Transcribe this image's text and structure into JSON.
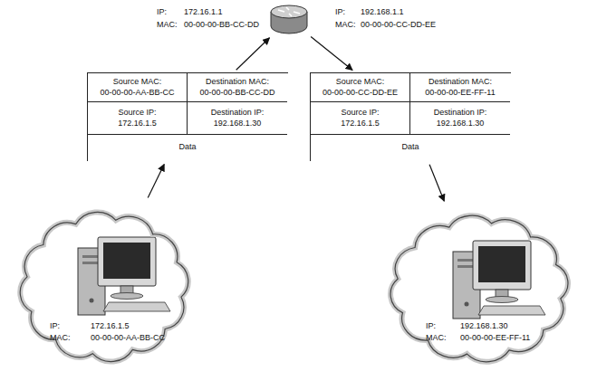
{
  "diagram": {
    "nodes": [
      {
        "text": [
          "IP:",
          "172.16.1.1",
          "MAC:",
          "00-00-00-BB-CC-DD",
          "IP:",
          "192.168.1.1",
          "MAC:",
          "00-00-00-CC-DD-EE"
        ]
      },
      {
        "text": [
          "Data"
        ]
      },
      {
        "text": [
          "Source MAC:",
          "00-00-00-AA-BB-CC"
        ],
        "in": 1
      },
      {
        "text": [
          "Destination MAC:",
          "00-00-00-BB-CC-DD"
        ],
        "in": 1
      },
      {
        "text": [
          "Source IP:",
          "172.16.1.5"
        ],
        "in": 1
      },
      {
        "text": [
          "Destination IP:",
          "192.168.1.30"
        ],
        "in": 1
      },
      {
        "text": [
          "Data"
        ]
      },
      {
        "text": [
          "Source MAC:",
          "00-00-00-CC-DD-EE"
        ],
        "in": 6
      },
      {
        "text": [
          "Destination MAC:",
          "00-00-00-EE-FF-11"
        ],
        "in": 6
      },
      {
        "text": [
          "Source IP:",
          "172.16.1.5"
        ],
        "in": 6
      },
      {
        "text": [
          "Destination IP:",
          "192.168.1.30"
        ],
        "in": 6
      },
      {
        "text": [
          "IP:",
          "172.16.1.5",
          "MAC:",
          "00-00-00-AA-BB-CC"
        ]
      },
      {
        "text": [
          "IP:",
          "192.168.1.30",
          "MAC:",
          "00-00-00-EE-FF-11"
        ]
      }
    ],
    "edges": [
      {
        "from": 11,
        "to": 1,
        "arrow": "to"
      },
      {
        "from": 1,
        "to": 0,
        "arrow": "to"
      },
      {
        "from": 0,
        "to": 6,
        "arrow": "to"
      },
      {
        "from": 6,
        "to": 12,
        "arrow": "to"
      }
    ]
  }
}
